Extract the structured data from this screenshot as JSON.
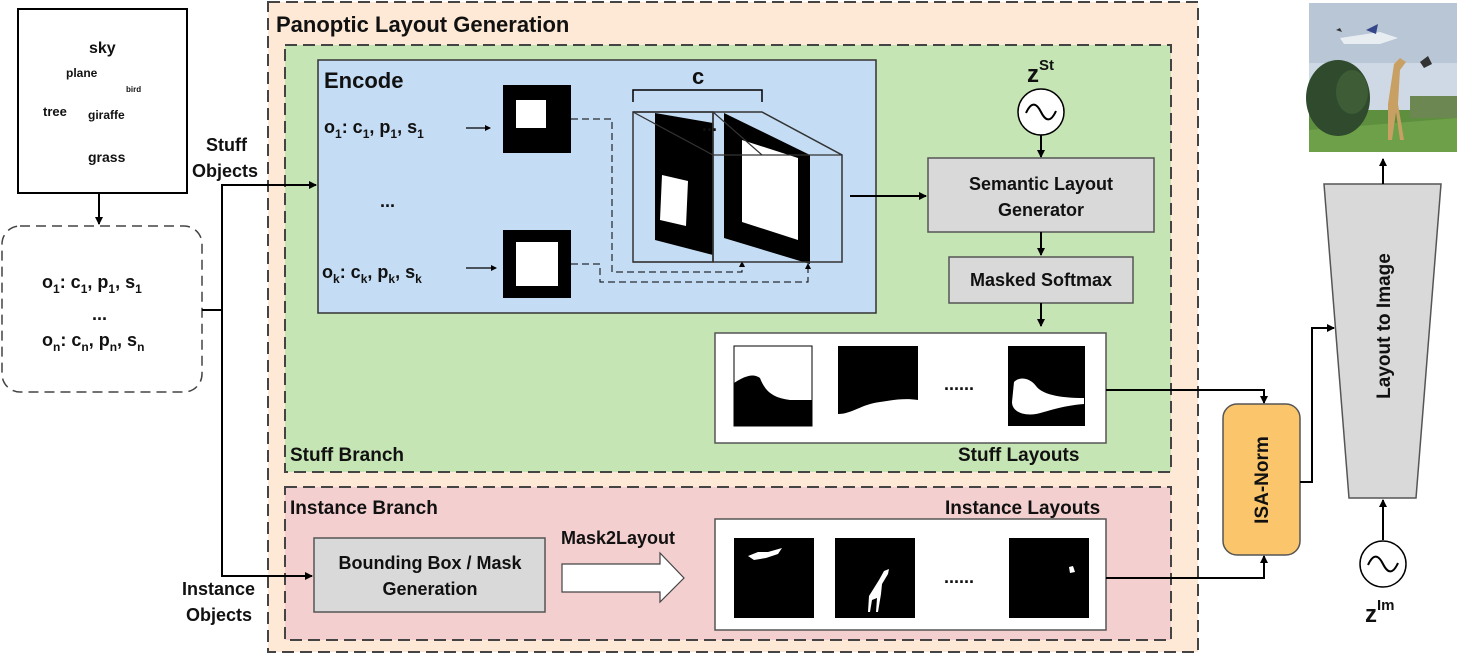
{
  "scene_words": {
    "sky": "sky",
    "plane": "plane",
    "bird": "bird",
    "tree": "tree",
    "giraffe": "giraffe",
    "grass": "grass"
  },
  "object_list": {
    "first": {
      "o": "o",
      "sub": "1",
      "c": ": c",
      "cs": "1",
      "p": ", p",
      "ps": "1",
      "s": ", s",
      "ss": "1"
    },
    "ellipsis": "...",
    "last": {
      "o": "o",
      "sub": "n",
      "c": ": c",
      "cs": "n",
      "p": ", p",
      "ps": "n",
      "s": ", s",
      "ss": "n"
    }
  },
  "stuff_objects": [
    "Stuff",
    "Objects"
  ],
  "instance_objects": [
    "Instance",
    "Objects"
  ],
  "panoptic_title": "Panoptic Layout Generation",
  "encode": {
    "title": "Encode",
    "row1": {
      "o": "o",
      "sub": "1",
      "c": ": c",
      "cs": "1",
      "p": ", p",
      "ps": "1",
      "s": ", s",
      "ss": "1"
    },
    "ellipsis": "...",
    "rowk": {
      "o": "o",
      "sub": "k",
      "c": ": c",
      "cs": "k",
      "p": ", p",
      "ps": "k",
      "s": ", s",
      "ss": "k"
    },
    "cube_label": "c",
    "cube_dots": "..."
  },
  "z_stuff": {
    "z": "z",
    "sup": "St"
  },
  "semantic_layout_generator": [
    "Semantic Layout",
    "Generator"
  ],
  "masked_softmax": "Masked Softmax",
  "stuff_dots": "......",
  "stuff_layouts": "Stuff Layouts",
  "stuff_branch": "Stuff Branch",
  "instance_branch": "Instance Branch",
  "instance_layouts": "Instance Layouts",
  "mask2layout": "Mask2Layout",
  "bbox_generation": [
    "Bounding Box / Mask",
    "Generation"
  ],
  "instance_dots": "......",
  "isa_norm": "ISA-Norm",
  "layout_to_image": "Layout to Image",
  "z_image": {
    "z": "z",
    "sup": "Im"
  },
  "colors": {
    "panoptic_bg": "#fde9d5",
    "stuff_bg": "#c6e5b5",
    "instance_bg": "#f4cfcf",
    "encode_bg": "#c4dcf4",
    "gray_box": "#d9d9d9",
    "isa_bg": "#fbc56b"
  }
}
